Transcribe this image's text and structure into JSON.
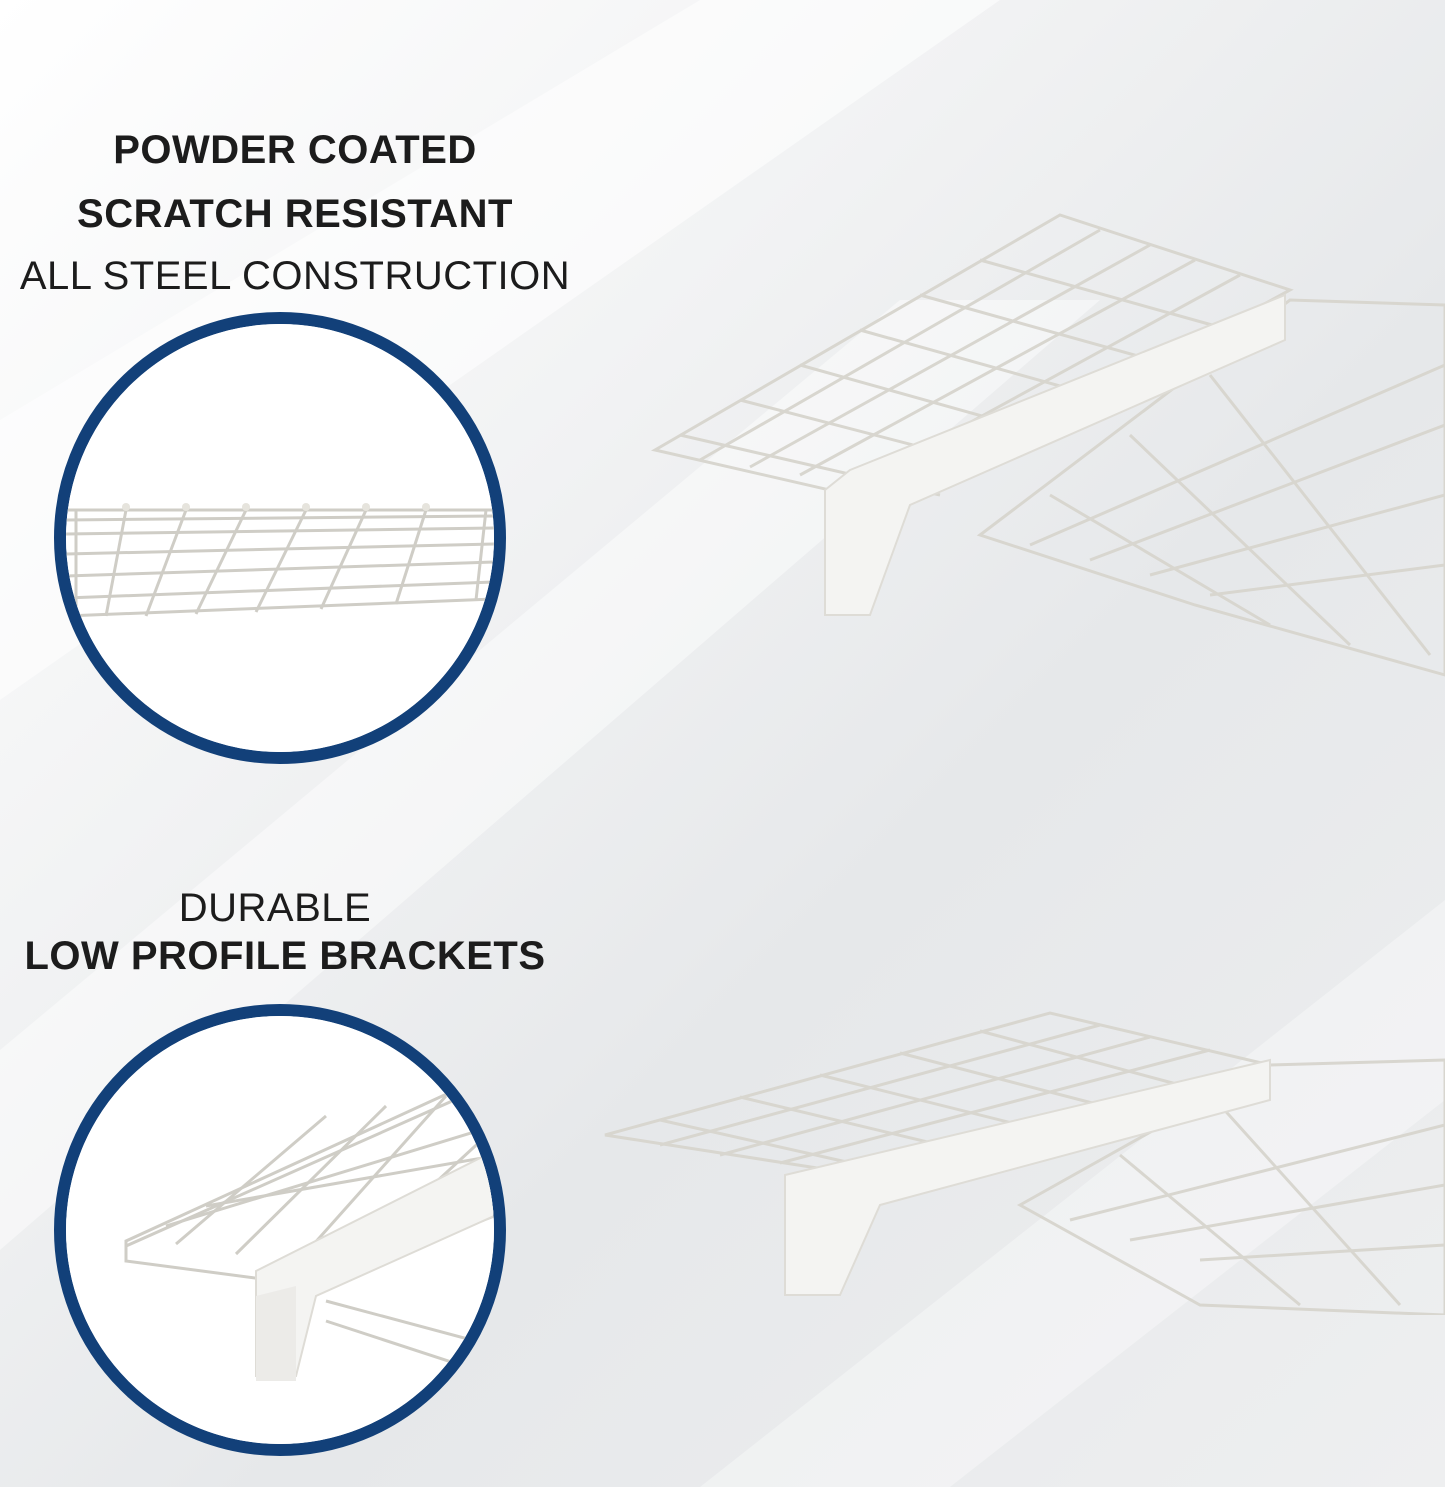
{
  "top_feature": {
    "line1": "POWDER COATED",
    "line2": "SCRATCH RESISTANT",
    "line3": "ALL STEEL CONSTRUCTION"
  },
  "bottom_feature": {
    "line1": "DURABLE",
    "line2": "LOW PROFILE BRACKETS"
  },
  "colors": {
    "lens_border": "#124079",
    "text": "#1c1c1c",
    "wire": "#d8d6cf",
    "bracket": "#f4f4f2"
  },
  "images": [
    {
      "name": "wire-shelf-closeup",
      "description": "close-up of white wire shelf grid inside circular lens"
    },
    {
      "name": "bracket-closeup",
      "description": "close-up of low profile bracket inside circular lens"
    },
    {
      "name": "wall-shelf-top",
      "description": "white wire wall shelf with bracket"
    },
    {
      "name": "wall-shelf-bottom",
      "description": "white wire wall shelf with bracket"
    }
  ]
}
